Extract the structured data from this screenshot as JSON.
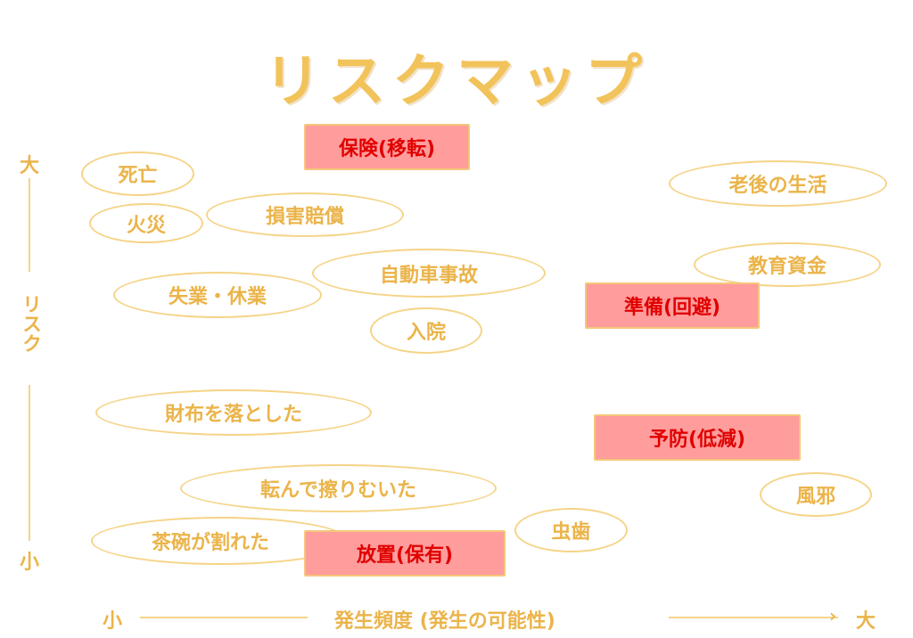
{
  "title": "リスクマップ",
  "strategies": {
    "insurance": "保険(移転)",
    "preparation": "準備(回避)",
    "prevention": "予防(低減)",
    "neglect": "放置(保有)"
  },
  "risks": {
    "death": "死亡",
    "fire": "火災",
    "damages": "損害賠償",
    "unemployment": "失業・休業",
    "car_accident": "自動車事故",
    "hospital": "入院",
    "lost_wallet": "財布を落とした",
    "scrape": "転んで擦りむいた",
    "broken_bowl": "茶碗が割れた",
    "cavity": "虫歯",
    "old_age": "老後の生活",
    "education": "教育資金",
    "cold": "風邪"
  },
  "axes": {
    "y_high": "大",
    "y_low": "小",
    "y_label": "リスク",
    "x_low": "小",
    "x_high": "大",
    "x_label": "発生頻度 (発生の可能性)"
  },
  "colors": {
    "text": "#ebb44a",
    "outline": "#f5d488",
    "strategy_fill": "#ff9c9c",
    "strategy_text": "#e00000"
  }
}
